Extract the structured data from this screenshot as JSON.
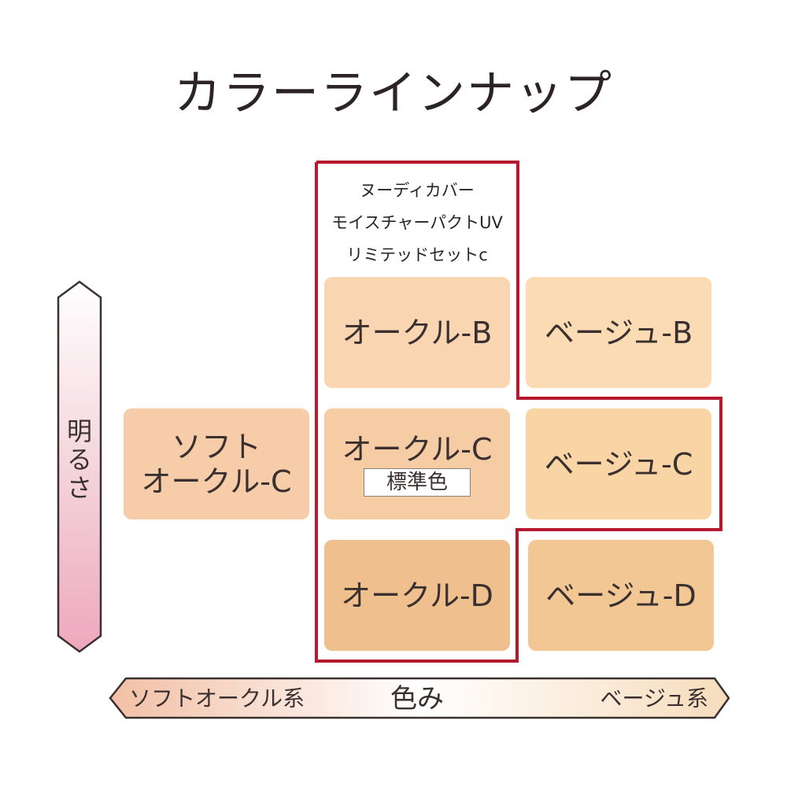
{
  "title": "カラーラインナップ",
  "product_name": [
    "ヌーディカバー",
    "モイスチャーパクトUV",
    "リミテッドセットc"
  ],
  "tiles": {
    "soft_ochre_c": [
      "ソフト",
      "オークル-C"
    ],
    "ochre_b": "オークル-B",
    "ochre_c": "オークル-C",
    "standard_badge": "標準色",
    "ochre_d": "オークル-D",
    "beige_b": "ベージュ-B",
    "beige_c": "ベージュ-C",
    "beige_d": "ベージュ-D"
  },
  "vertical_axis": {
    "label_chars": [
      "明",
      "る",
      "さ"
    ]
  },
  "horizontal_axis": {
    "left_label": "ソフトオークル系",
    "center_label": "色み",
    "right_label": "ベージュ系"
  },
  "colors": {
    "highlight_border": "#b5192e",
    "tile_soft_ochre_c": "#f7cda9",
    "tile_ochre_b": "#f9d5b1",
    "tile_ochre_c": "#f5cca4",
    "tile_ochre_d": "#f0bf8e",
    "tile_beige_b": "#fbdbb3",
    "tile_beige_c": "#f9d5a6",
    "tile_beige_d": "#f3c794"
  }
}
